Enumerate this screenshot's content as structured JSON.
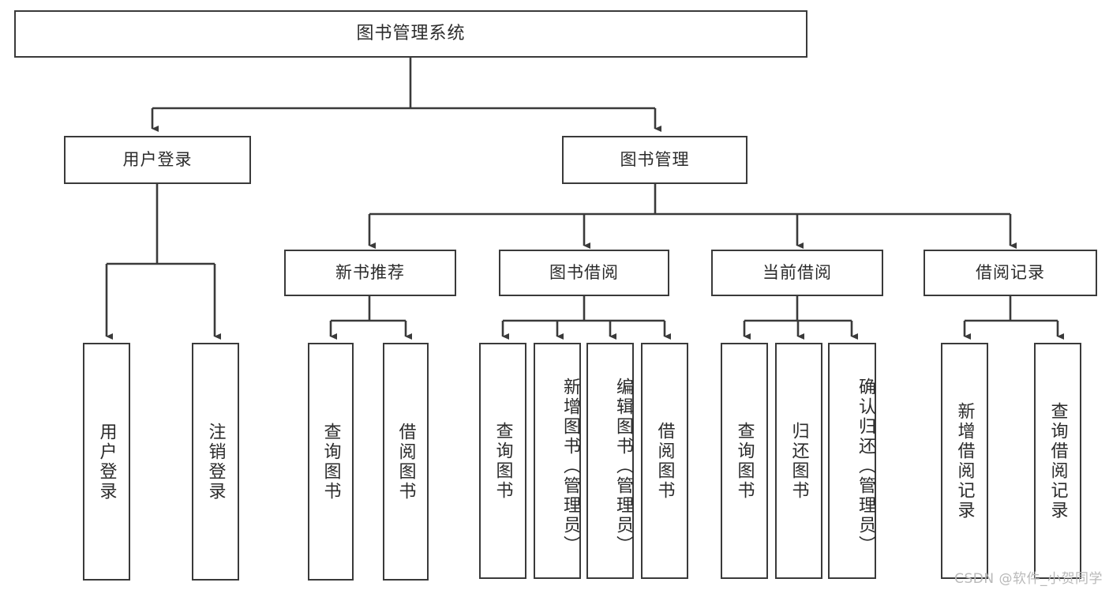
{
  "diagram": {
    "title": "图书管理系统",
    "type": "tree-hierarchy-chart",
    "watermark": "CSDN @软件_小贺同学",
    "colors": {
      "stroke": "#3a3a3a",
      "fill": "#ffffff",
      "text": "#2b2b2b",
      "watermark": "#b9b9b9"
    },
    "root": {
      "label": "图书管理系统"
    },
    "level2": [
      {
        "id": "user-login",
        "label": "用户登录"
      },
      {
        "id": "book-manage",
        "label": "图书管理"
      }
    ],
    "level3": [
      {
        "id": "new-book-recommend",
        "label": "新书推荐"
      },
      {
        "id": "book-borrow",
        "label": "图书借阅"
      },
      {
        "id": "current-borrow",
        "label": "当前借阅"
      },
      {
        "id": "borrow-record",
        "label": "借阅记录"
      }
    ],
    "leaves": {
      "user_login": [
        {
          "id": "leaf-user-login",
          "label": "用户登录"
        },
        {
          "id": "leaf-logout-login",
          "label": "注销登录"
        }
      ],
      "new_book_recommend": [
        {
          "id": "leaf-query-book-1",
          "label": "查询图书"
        },
        {
          "id": "leaf-borrow-book-1",
          "label": "借阅图书"
        }
      ],
      "book_borrow": [
        {
          "id": "leaf-query-book-2",
          "label": "查询图书"
        },
        {
          "id": "leaf-add-book",
          "label": "新增图书（管理员）"
        },
        {
          "id": "leaf-edit-book",
          "label": "编辑图书（管理员）"
        },
        {
          "id": "leaf-borrow-book-2",
          "label": "借阅图书"
        }
      ],
      "current_borrow": [
        {
          "id": "leaf-query-book-3",
          "label": "查询图书"
        },
        {
          "id": "leaf-return-book",
          "label": "归还图书"
        },
        {
          "id": "leaf-confirm-return",
          "label": "确认归还（管理员）"
        }
      ],
      "borrow_record": [
        {
          "id": "leaf-add-record",
          "label": "新增借阅记录"
        },
        {
          "id": "leaf-query-record",
          "label": "查询借阅记录"
        }
      ]
    }
  }
}
